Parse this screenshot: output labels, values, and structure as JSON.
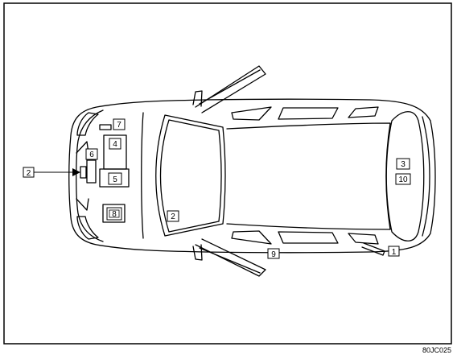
{
  "figure": {
    "code": "80JC025"
  },
  "callouts": [
    {
      "id": "c1",
      "label": "1"
    },
    {
      "id": "c2-front",
      "label": "2"
    },
    {
      "id": "c2-windshield",
      "label": "2"
    },
    {
      "id": "c3",
      "label": "3"
    },
    {
      "id": "c4",
      "label": "4"
    },
    {
      "id": "c5",
      "label": "5"
    },
    {
      "id": "c6",
      "label": "6"
    },
    {
      "id": "c7",
      "label": "7"
    },
    {
      "id": "c8",
      "label": "8"
    },
    {
      "id": "c9",
      "label": "9"
    },
    {
      "id": "c10",
      "label": "10"
    }
  ]
}
